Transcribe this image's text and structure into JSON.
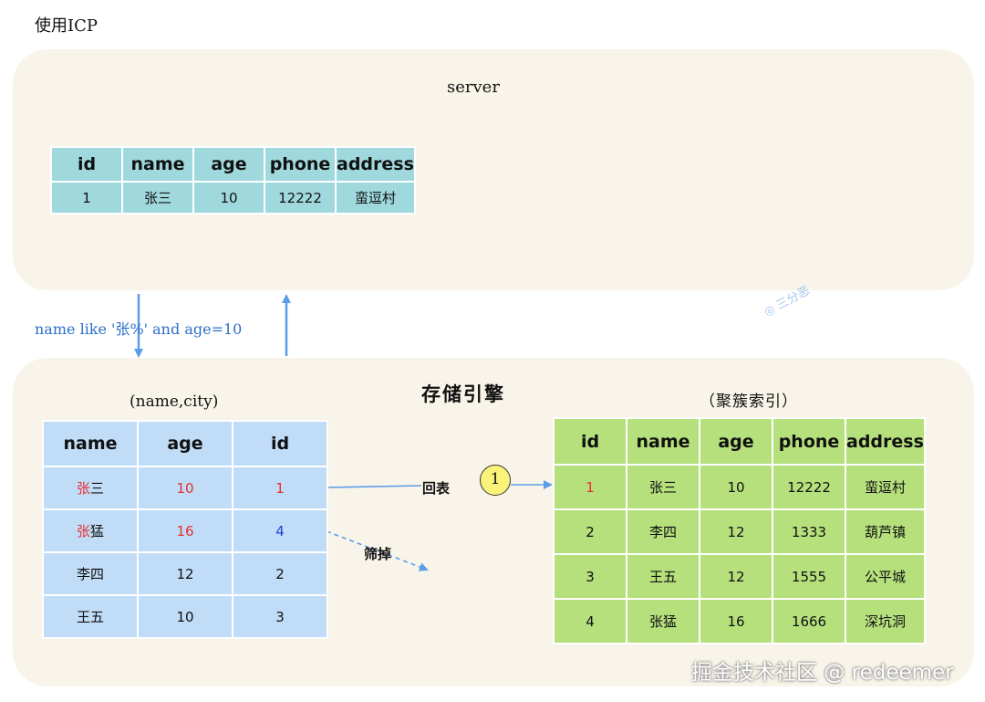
{
  "page_title": "使用ICP",
  "server": {
    "title": "server",
    "table": {
      "headers": [
        "id",
        "name",
        "age",
        "phone",
        "address"
      ],
      "rows": [
        [
          "1",
          "张三",
          "10",
          "12222",
          "蛮逗村"
        ]
      ]
    }
  },
  "query": "name like '张%' and age=10",
  "engine": {
    "title": "存储引擎",
    "secondary_index": {
      "title": "(name,city)",
      "headers": [
        "name",
        "age",
        "id"
      ],
      "rows": [
        [
          "张三",
          "10",
          "1"
        ],
        [
          "张猛",
          "16",
          "4"
        ],
        [
          "李四",
          "12",
          "2"
        ],
        [
          "王五",
          "10",
          "3"
        ]
      ]
    },
    "clustered_index": {
      "title": "（聚簇索引）",
      "headers": [
        "id",
        "name",
        "age",
        "phone",
        "address"
      ],
      "rows": [
        [
          "1",
          "张三",
          "10",
          "12222",
          "蛮逗村"
        ],
        [
          "2",
          "李四",
          "12",
          "1333",
          "葫芦镇"
        ],
        [
          "3",
          "王五",
          "12",
          "1555",
          "公平城"
        ],
        [
          "4",
          "张猛",
          "16",
          "1666",
          "深坑洞"
        ]
      ]
    },
    "back_to_table_label": "回表",
    "step_number": "1",
    "filter_label": "筛掉"
  },
  "wechat_watermark": "三分恶",
  "watermark": "掘金技术社区 @ redeemer",
  "colors": {
    "background_box": "#f8f4e9",
    "server_table": "#9fd9dd",
    "secondary_table": "#c0dcf7",
    "clustered_table": "#b5e07c",
    "arrow": "#5a9ee8",
    "highlight_red": "#e8302f",
    "highlight_blue": "#1f3fd6",
    "step_circle": "#fbf27a"
  }
}
